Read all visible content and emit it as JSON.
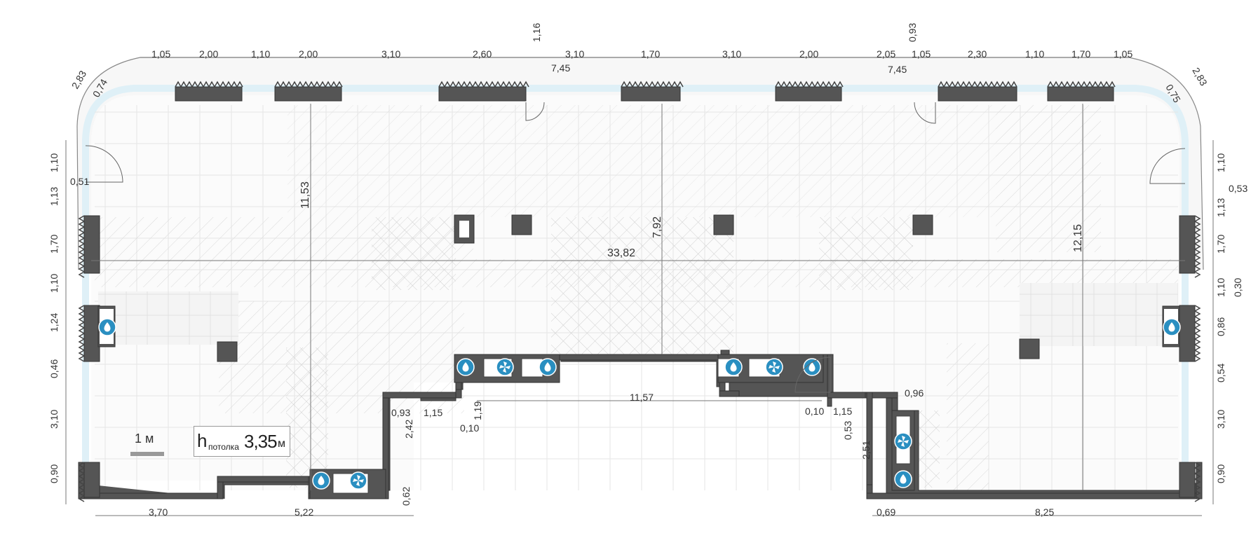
{
  "plan": {
    "ceiling_label": "h",
    "ceiling_sub": "потолка",
    "ceiling_value": "3,35",
    "ceiling_unit": "м",
    "scale_label": "1 м"
  },
  "dimensions": {
    "top": [
      "1,05",
      "2,00",
      "1,10",
      "2,00",
      "3,10",
      "2,60",
      "3,10",
      "1,70",
      "3,10",
      "2,00",
      "2,05",
      "1,05",
      "2,30",
      "1,10",
      "1,70",
      "1,05"
    ],
    "top_extra": [
      "1,16",
      "0,93",
      "7,45",
      "7,45"
    ],
    "corners": [
      "2,83",
      "0,74",
      "2,83",
      "0,75"
    ],
    "left": [
      "1,10",
      "1,13",
      "1,70",
      "1,10",
      "1,24",
      "0,46",
      "3,10",
      "0,90"
    ],
    "left_extra": [
      "0,51"
    ],
    "right": [
      "1,10",
      "1,13",
      "1,70",
      "1,10",
      "0,86",
      "0,54",
      "3,10",
      "0,90"
    ],
    "right_extra": [
      "0,53",
      "0,30"
    ],
    "interior": [
      "11,53",
      "7,92",
      "12,15",
      "33,82",
      "11,57"
    ],
    "center_small": [
      "0,93",
      "1,15",
      "1,19",
      "0,10",
      "2,42",
      "0,62",
      "0,10",
      "1,15",
      "0,96",
      "0,53",
      "2,51"
    ],
    "bottom": [
      "3,70",
      "5,22",
      "0,69",
      "8,25"
    ]
  },
  "colors": {
    "wall": "#555555",
    "fixture_icon": "#2a8fc1",
    "window_glass": "#dff0f7",
    "hatch_area": "#f1f1f1"
  },
  "icons": {
    "water": "water-drop-icon",
    "fan": "fan-icon"
  }
}
